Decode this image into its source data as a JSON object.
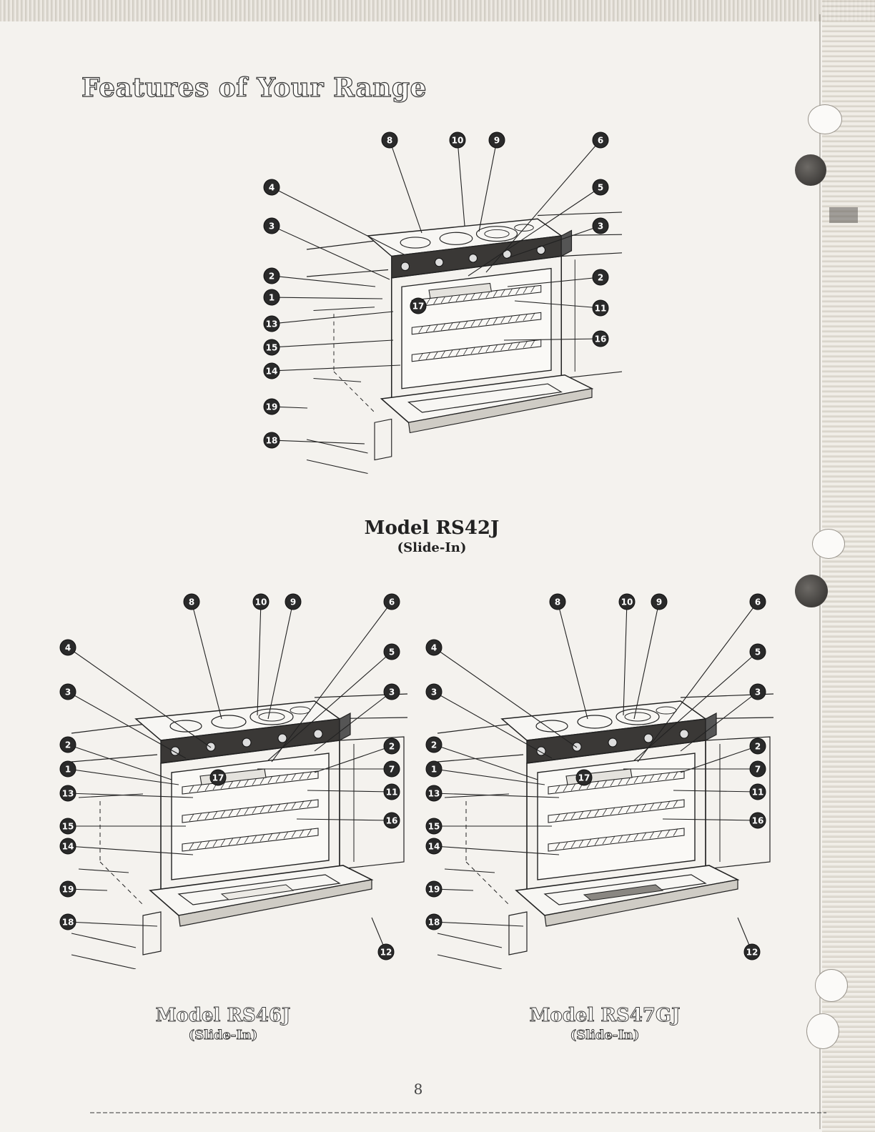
{
  "page": {
    "title": "Features of Your Range",
    "page_number": "8"
  },
  "diagrams": [
    {
      "model": "Model RS42J",
      "subtitle": "(Slide-In)",
      "callouts": [
        "8",
        "10",
        "9",
        "6",
        "4",
        "5",
        "3",
        "3",
        "2",
        "2",
        "1",
        "17",
        "11",
        "13",
        "16",
        "15",
        "14",
        "19",
        "18"
      ]
    },
    {
      "model": "Model RS46J",
      "subtitle": "(Slide-In)",
      "callouts": [
        "8",
        "10",
        "9",
        "6",
        "4",
        "5",
        "3",
        "3",
        "2",
        "2",
        "1",
        "7",
        "17",
        "11",
        "13",
        "16",
        "15",
        "14",
        "19",
        "18",
        "12"
      ]
    },
    {
      "model": "Model RS47GJ",
      "subtitle": "(Slide-In)",
      "callouts": [
        "8",
        "10",
        "9",
        "6",
        "4",
        "5",
        "3",
        "3",
        "2",
        "2",
        "1",
        "7",
        "17",
        "11",
        "13",
        "16",
        "15",
        "14",
        "19",
        "18",
        "12"
      ]
    }
  ],
  "colors": {
    "paper": "#f4f2ee",
    "ink": "#222222",
    "callout_fill": "#2a2a2a"
  }
}
